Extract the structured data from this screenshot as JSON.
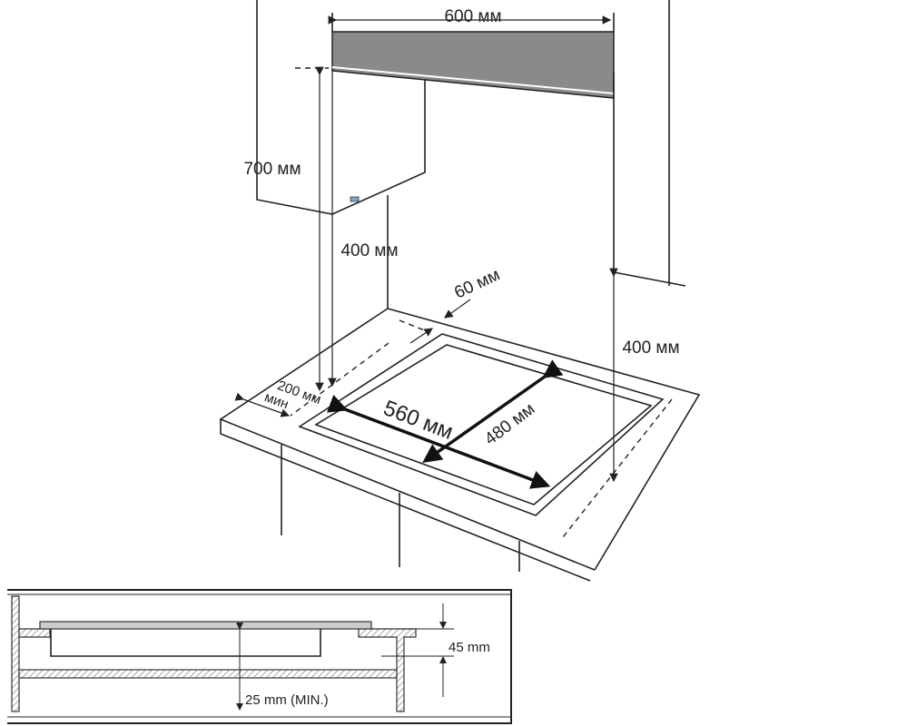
{
  "labels": {
    "hood_width": "600 мм",
    "hood_height": "700 мм",
    "cabinet_clearance_left": "400 мм",
    "back_clearance": "60 мм",
    "side_clearance_value": "200 мм",
    "side_clearance_min": "мин",
    "cutout_width": "560 мм",
    "cutout_depth": "480 мм",
    "wall_clearance_right": "400 мм"
  },
  "section": {
    "height_label": "45 mm",
    "gap_label": "25 mm (MIN.)"
  },
  "colors": {
    "hood": "#8a8a8a",
    "line": "#222222"
  }
}
